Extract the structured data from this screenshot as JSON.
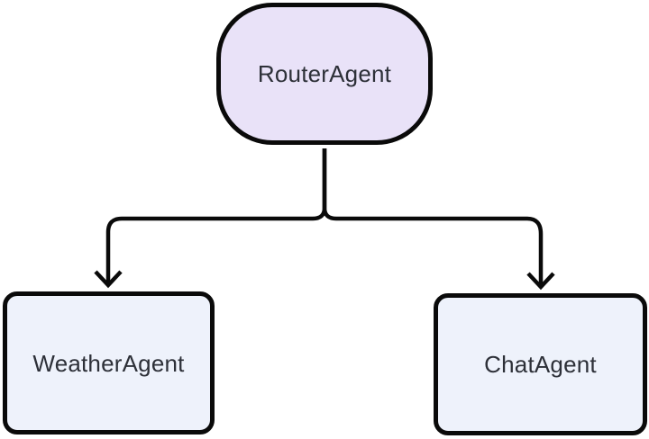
{
  "diagram": {
    "type": "flowchart",
    "background_color": "#ffffff",
    "stroke_color": "#0a0a0a",
    "text_color": "#2d3038",
    "nodes": [
      {
        "id": "router-agent",
        "label": "RouterAgent",
        "shape": "stadium",
        "fill": "#e9e2f8"
      },
      {
        "id": "weather-agent",
        "label": "WeatherAgent",
        "shape": "rounded-rect",
        "fill": "#eef2fb"
      },
      {
        "id": "chat-agent",
        "label": "ChatAgent",
        "shape": "rounded-rect",
        "fill": "#eef2fb"
      }
    ],
    "edges": [
      {
        "from": "RouterAgent",
        "to": "WeatherAgent",
        "style": "solid",
        "arrowhead": "chevron"
      },
      {
        "from": "RouterAgent",
        "to": "ChatAgent",
        "style": "solid",
        "arrowhead": "chevron"
      }
    ]
  }
}
